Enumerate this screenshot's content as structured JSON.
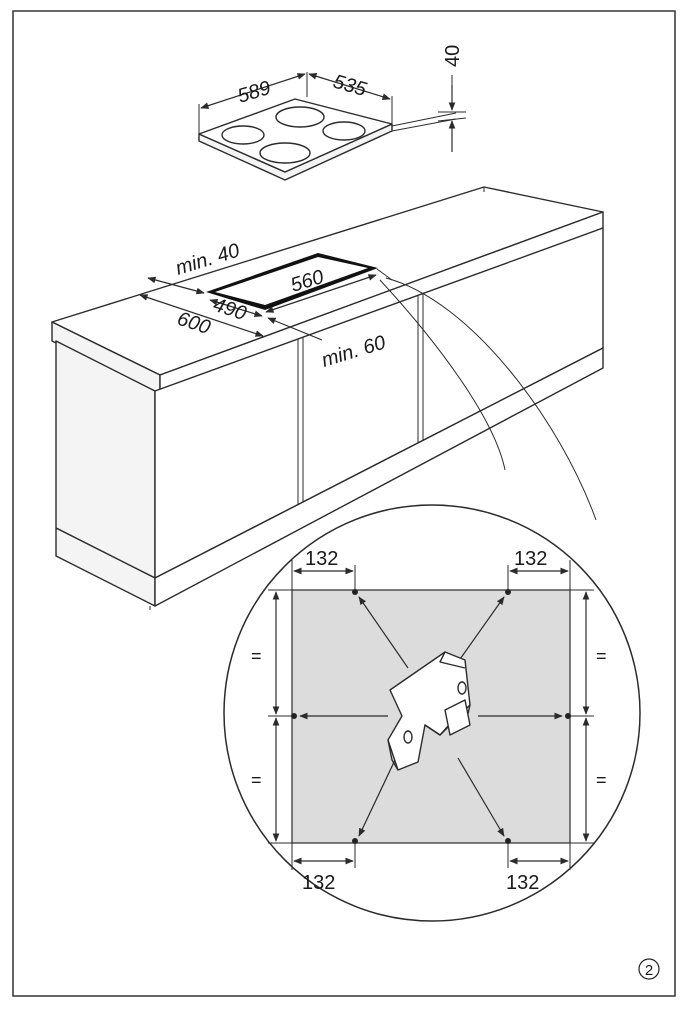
{
  "hob": {
    "width": "589",
    "depth": "535",
    "height": "40"
  },
  "cutout": {
    "min_rear_clearance": "min. 40",
    "width": "560",
    "depth": "490",
    "worktop_depth": "600",
    "min_front_clearance": "min. 60"
  },
  "detail": {
    "clip_offset_top_left": "132",
    "clip_offset_top_right": "132",
    "clip_offset_bottom_left": "132",
    "clip_offset_bottom_right": "132",
    "equal_mark": "="
  },
  "figure_number": "2"
}
